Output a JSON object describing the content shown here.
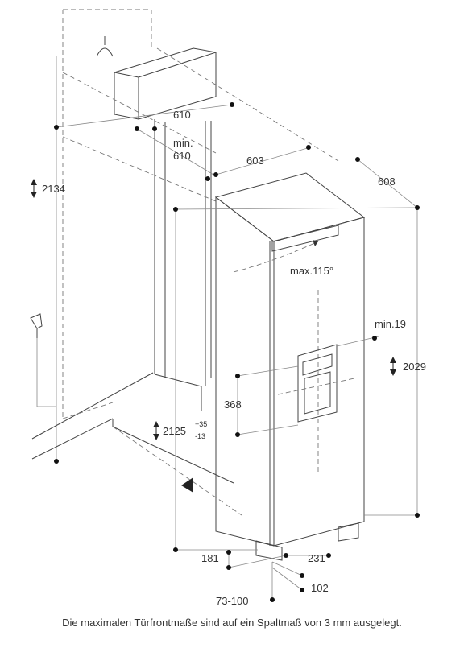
{
  "dimensions": {
    "niche_depth": "610",
    "niche_min_label": "min.",
    "niche_min_value": "610",
    "appliance_width": "603",
    "appliance_depth": "608",
    "wall_height": "2134",
    "door_angle": "max.115°",
    "min_gap": "min.19",
    "appliance_height": "2029",
    "dispenser_height": "368",
    "niche_height": "2125",
    "niche_height_tol_plus": "+35",
    "niche_height_tol_minus": "-13",
    "foot_left": "181",
    "foot_right": "231",
    "plinth_depth": "102",
    "plinth_height": "73-100"
  },
  "caption": "Die maximalen Türfrontmaße sind auf ein Spaltmaß von 3 mm ausgelegt."
}
